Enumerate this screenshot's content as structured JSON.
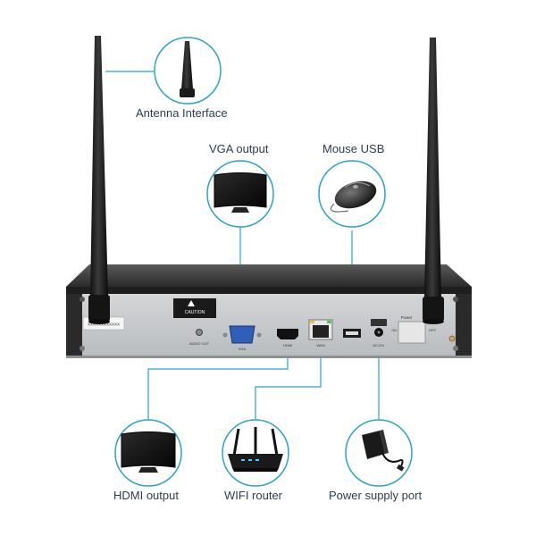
{
  "callouts": {
    "antenna": "Antenna Interface",
    "vga": "VGA output",
    "mouse": "Mouse USB",
    "hdmi": "HDMI output",
    "wifi": "WIFI router",
    "power": "Power supply port"
  },
  "panel": {
    "sticker_code": "XXXXXXXXXXXX",
    "caution": "CAUTION",
    "audio_out": "AUDIO OUT",
    "vga_port": "VGA",
    "hdmi_port": "HDMI",
    "wan_port": "WAN",
    "dc_port": "DC12V",
    "power_label": "Power",
    "on": "ON",
    "off": "OFF"
  },
  "colors": {
    "accent": "#2aa3c9",
    "text": "#2d3e4a"
  }
}
